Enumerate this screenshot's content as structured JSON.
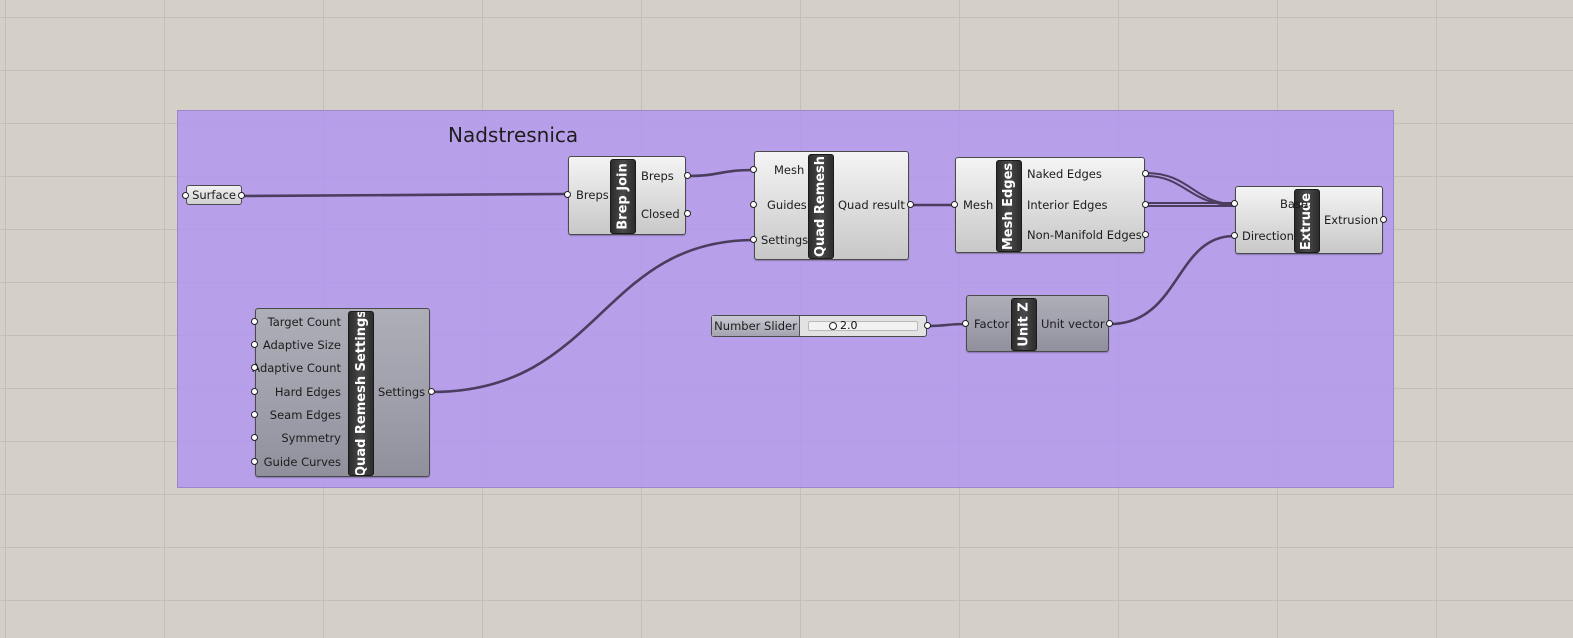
{
  "group": {
    "title": "Nadstresnica",
    "color": "#b496f0"
  },
  "surface_param": {
    "label": "Surface"
  },
  "brep_join": {
    "name": "Brep Join",
    "inputs": [
      "Breps"
    ],
    "outputs": [
      "Breps",
      "Closed"
    ]
  },
  "quad_remesh": {
    "name": "Quad Remesh",
    "inputs": [
      "Mesh",
      "Guides",
      "Settings"
    ],
    "outputs": [
      "Quad result"
    ]
  },
  "mesh_edges": {
    "name": "Mesh Edges",
    "inputs": [
      "Mesh"
    ],
    "outputs": [
      "Naked Edges",
      "Interior Edges",
      "Non-Manifold Edges"
    ]
  },
  "extrude": {
    "name": "Extrude",
    "inputs": [
      "Base",
      "Direction"
    ],
    "outputs": [
      "Extrusion"
    ]
  },
  "quad_remesh_settings": {
    "name": "Quad Remesh Settings",
    "inputs": [
      "Target Count",
      "Adaptive Size",
      "Adaptive Count",
      "Hard Edges",
      "Seam Edges",
      "Symmetry",
      "Guide Curves"
    ],
    "outputs": [
      "Settings"
    ]
  },
  "number_slider": {
    "label": "Number Slider",
    "value": "2.0"
  },
  "unit_z": {
    "name": "Unit Z",
    "inputs": [
      "Factor"
    ],
    "outputs": [
      "Unit vector"
    ]
  },
  "colors": {
    "canvas": "#d4d0c8",
    "wire": "#4a3d5e",
    "component_dark_strip": "#2c2c2c"
  }
}
